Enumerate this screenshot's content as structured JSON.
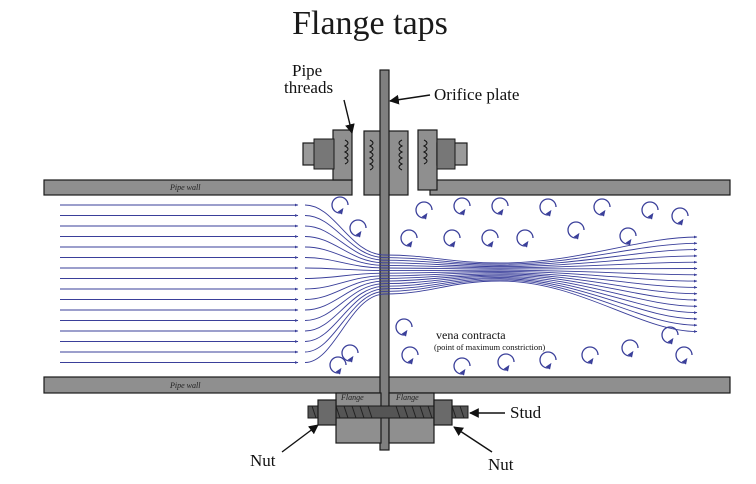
{
  "title": "Flange taps",
  "labels": {
    "pipe_threads_1": "Pipe",
    "pipe_threads_2": "threads",
    "orifice_plate": "Orifice plate",
    "pipe_wall_top": "Pipe wall",
    "pipe_wall_bottom": "Pipe wall",
    "flange_left": "Flange",
    "flange_right": "Flange",
    "stud": "Stud",
    "nut_left": "Nut",
    "nut_right": "Nut",
    "vena_contracta": "vena contracta",
    "vena_contracta_note": "(point of maximum constriction)"
  },
  "colors": {
    "pipe": "#8f8f8f",
    "flow": "#3a3f9a",
    "eddy": "#3a3f9a",
    "outline": "#1a1a1a"
  }
}
